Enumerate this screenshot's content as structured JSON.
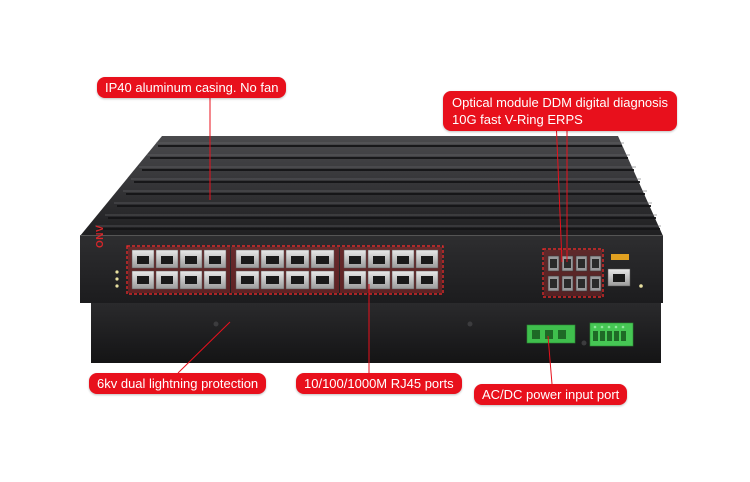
{
  "callouts": {
    "casing": "IP40 aluminum casing. No fan",
    "optical_line1": "Optical module DDM digital diagnosis",
    "optical_line2": "10G fast V-Ring ERPS",
    "lightning": "6kv dual lightning protection",
    "ports": "10/100/1000M RJ45 ports",
    "power": "AC/DC power input port"
  },
  "brand": {
    "logo_text": "ONV"
  },
  "colors": {
    "callout_bg": "#e8101c",
    "callout_text": "#ffffff",
    "chassis": "#2b2b2d",
    "terminal_green": "#3fbf4d"
  }
}
